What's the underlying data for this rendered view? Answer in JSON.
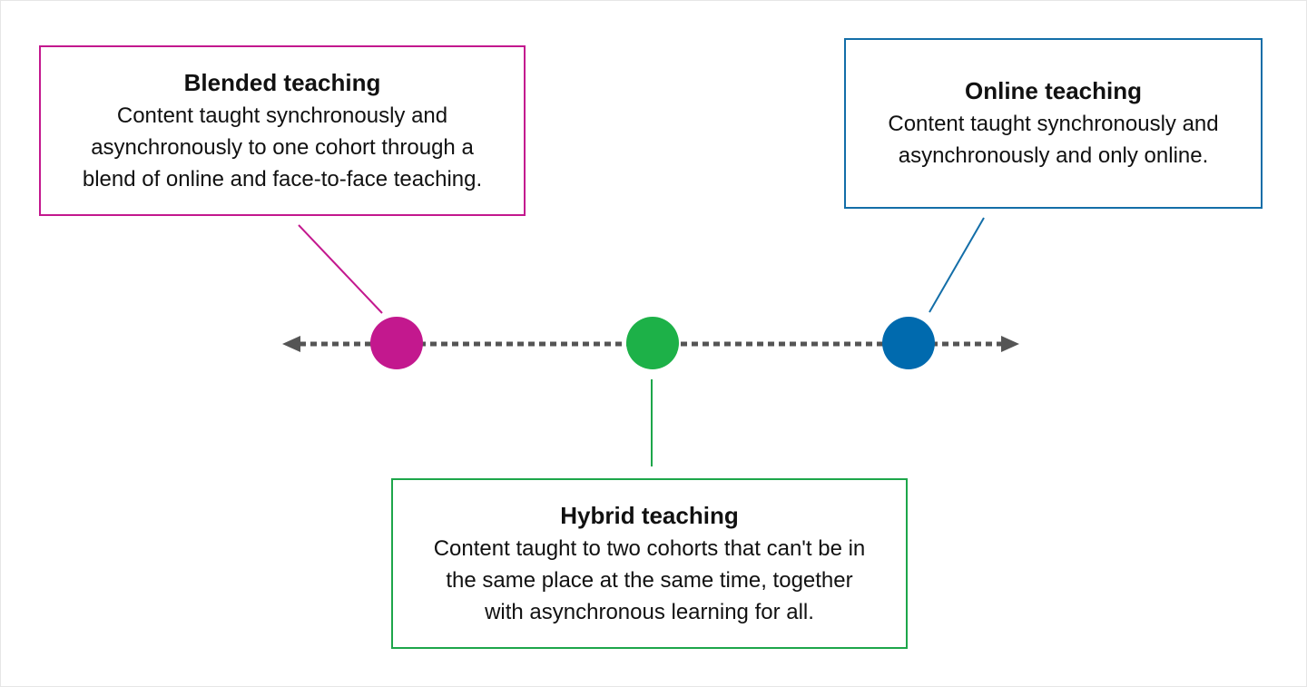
{
  "colors": {
    "blended": "#c3188e",
    "hybrid": "#1db148",
    "online": "#006aae",
    "axis": "#555555"
  },
  "nodes": [
    {
      "id": "blended",
      "title": "Blended teaching",
      "description": "Content taught synchronously and asynchronously to one cohort through a blend of online and face-to-face teaching."
    },
    {
      "id": "hybrid",
      "title": "Hybrid teaching",
      "description": "Content taught to two cohorts that can't be in the same place at the same time, together with asynchronous learning for all."
    },
    {
      "id": "online",
      "title": "Online teaching",
      "description": "Content taught synchronously and asynchronously and only online."
    }
  ]
}
